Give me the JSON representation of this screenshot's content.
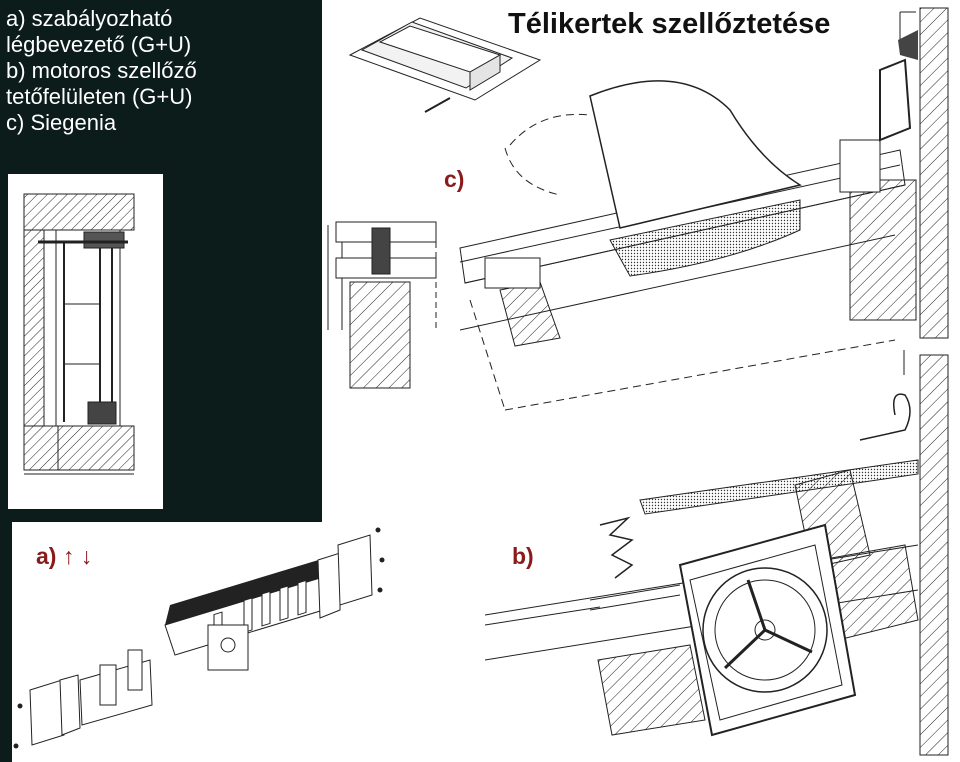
{
  "legend": {
    "line_a": "a) szabályozható",
    "line_a2": "légbevezető (G+U)",
    "line_b": "b) motoros szellőző",
    "line_b2": "tetőfelületen (G+U)",
    "line_c": "c) Siegenia"
  },
  "title": "Télikertek szellőztetése",
  "markers": {
    "a": "a) ↑  ↓",
    "b": "b)",
    "c": "c)"
  },
  "colors": {
    "panel": "#0c1c1a",
    "marker": "#8b1a1a",
    "line": "#222222"
  }
}
